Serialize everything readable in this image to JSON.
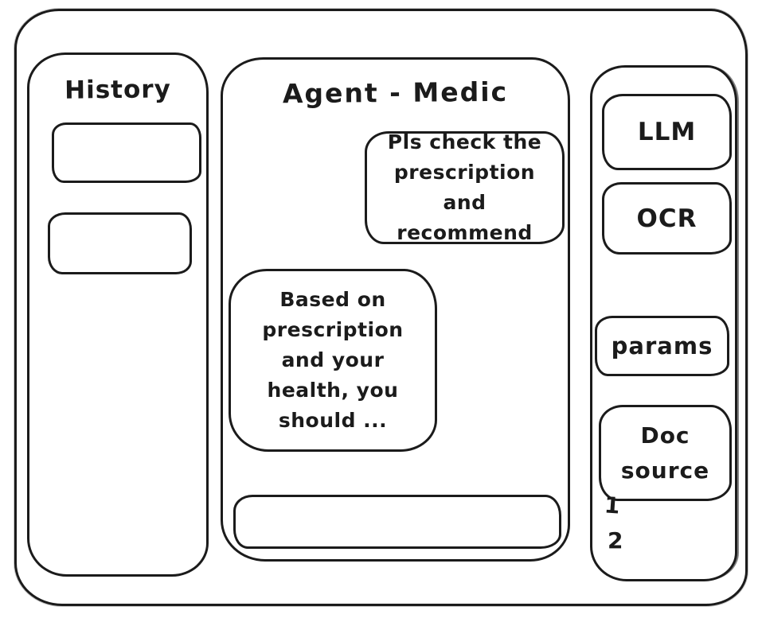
{
  "colors": {
    "stroke": "#1b1b1b",
    "background": "#ffffff"
  },
  "history_panel": {
    "title": "History",
    "items": [
      {
        "label": ""
      },
      {
        "label": ""
      }
    ]
  },
  "chat": {
    "title": "Agent - Medic",
    "messages": [
      {
        "role": "user",
        "text": "Pls check the prescription and recommend"
      },
      {
        "role": "assistant",
        "text": "Based on prescription and your health, you should ..."
      }
    ],
    "input": {
      "value": "",
      "placeholder": ""
    }
  },
  "tools_panel": {
    "tools": [
      {
        "id": "llm",
        "label": "LLM"
      },
      {
        "id": "ocr",
        "label": "OCR"
      },
      {
        "id": "params",
        "label": "params"
      },
      {
        "id": "doc-source",
        "label": "Doc source"
      }
    ],
    "doc_source_items": [
      "1",
      "2"
    ]
  }
}
